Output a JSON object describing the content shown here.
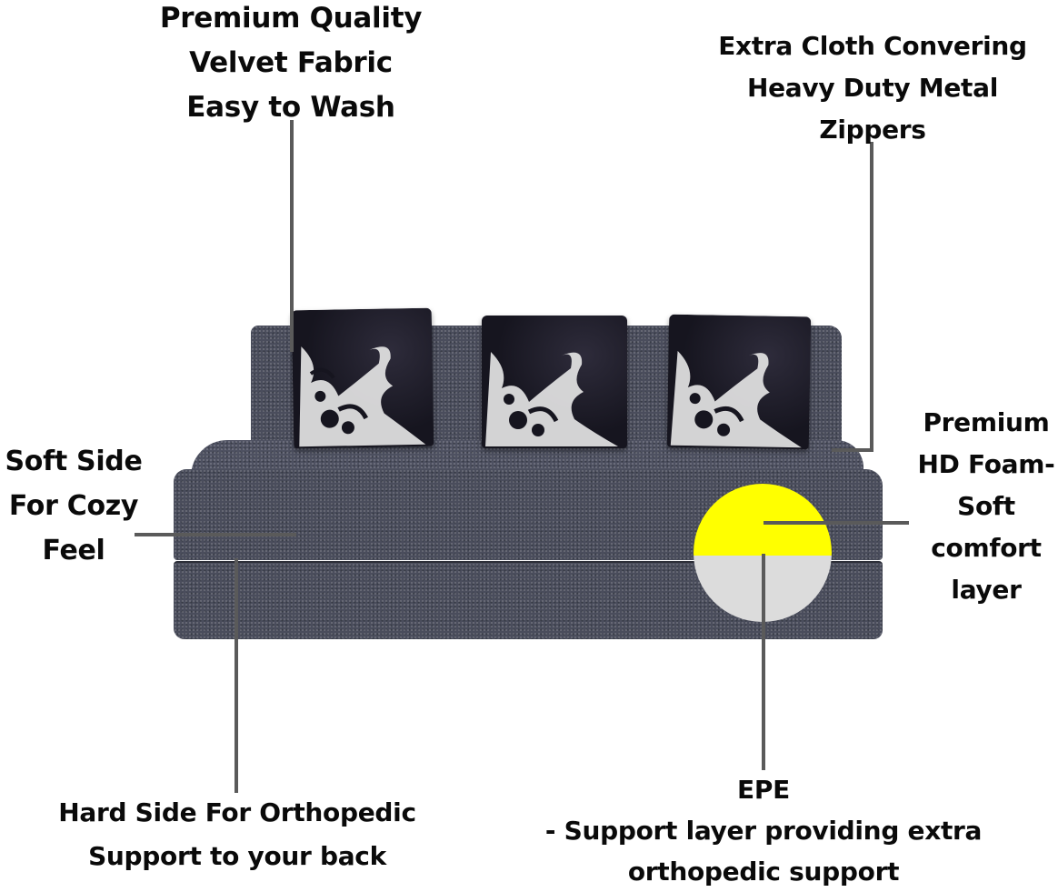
{
  "callouts": {
    "fabric": {
      "lines": [
        "Premium Quality",
        "Velvet Fabric",
        "Easy to Wash"
      ]
    },
    "zippers": {
      "lines": [
        "Extra Cloth Convering",
        "Heavy Duty Metal",
        "Zippers"
      ]
    },
    "soft_side": {
      "lines": [
        "Soft Side",
        "For Cozy",
        "Feel"
      ]
    },
    "hd_foam": {
      "lines": [
        "Premium",
        "HD Foam-",
        "Soft",
        "comfort",
        "layer"
      ]
    },
    "hard_side": {
      "lines": [
        "Hard Side For Orthopedic",
        "Support to your back"
      ]
    },
    "epe": {
      "lines": [
        "EPE",
        "- Support layer providing extra",
        "orthopedic support"
      ]
    }
  },
  "product": {
    "name": "sofa-cum-bed",
    "fabric_color": "#4a4d5c",
    "cushion_count": 3,
    "cushion_color": "#16151f"
  },
  "layer_diagram": {
    "top_layer_color": "#ffff00",
    "bottom_layer_color": "#dcdcdc",
    "top_layer": "HD Foam",
    "bottom_layer": "EPE"
  },
  "colors": {
    "text": "#0a0a0a",
    "leader_line": "#5a5a5a",
    "background": "#ffffff"
  }
}
